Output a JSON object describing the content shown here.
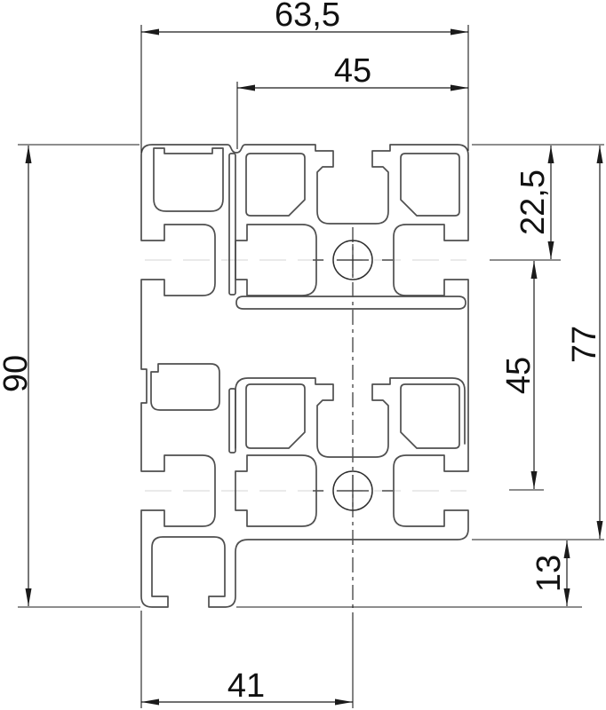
{
  "drawing": {
    "kind": "2D CAD technical drawing",
    "subject": "Aluminium T-slot extrusion profile cross-section",
    "units": "mm, decimal comma notation"
  },
  "dimensions": {
    "overall_width": "63,5",
    "slot_section_width": "45",
    "first_hole_from_top": "22,5",
    "hole_spacing": "45",
    "stepped_section_height": "77",
    "overall_height": "90",
    "bottom_step_height": "13",
    "hole_axis_from_left": "41"
  },
  "features": {
    "hole_count": "2",
    "hole_marker": "crosshair center mark",
    "centerlines": "dash-dot horizontal and vertical axis lines"
  },
  "colors": {
    "background": "#ffffff",
    "profile_outline": "#4f4f4f",
    "dimension_lines": "#1b1b1b",
    "centerline_light": "#e3e3e3"
  }
}
